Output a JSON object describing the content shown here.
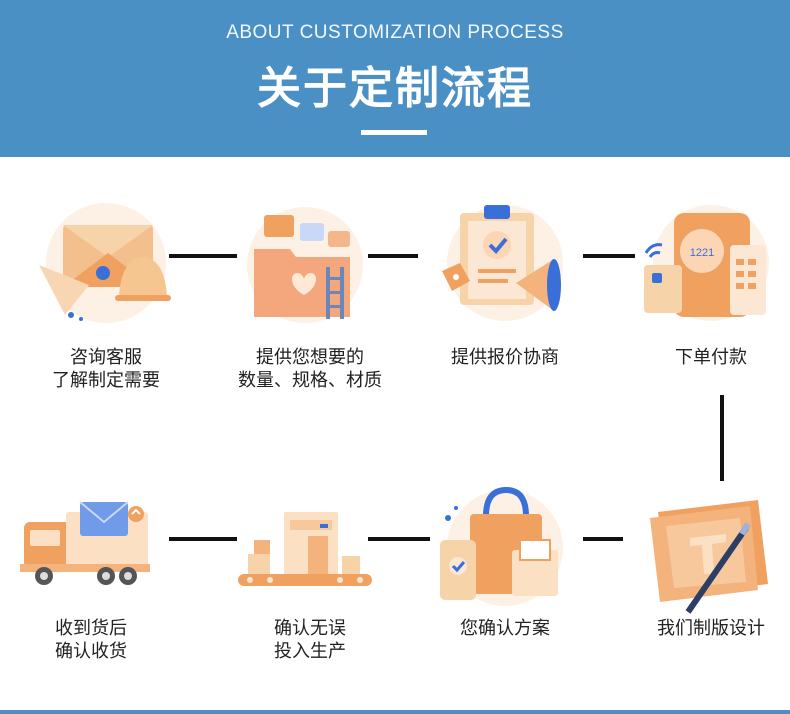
{
  "header": {
    "subtitle": "ABOUT CUSTOMIZATION PROCESS",
    "title": "关于定制流程"
  },
  "steps": [
    {
      "label": "咨询客服\n了解制定需要",
      "icon": "envelope-bell-icon"
    },
    {
      "label": "提供您想要的\n数量、规格、材质",
      "icon": "folder-ladder-icon"
    },
    {
      "label": "提供报价协商",
      "icon": "clipboard-megaphone-icon"
    },
    {
      "label": "下单付款",
      "icon": "card-payment-icon"
    },
    {
      "label": "我们制版设计",
      "icon": "blueprint-pen-icon"
    },
    {
      "label": "您确认方案",
      "icon": "shopping-bag-phone-icon"
    },
    {
      "label": "确认无误\n投入生产",
      "icon": "conveyor-machine-icon"
    },
    {
      "label": "收到货后\n确认收货",
      "icon": "delivery-truck-icon"
    }
  ],
  "colors": {
    "header": "#4a90c4",
    "accent": "#f0a160",
    "icon_blue": "#3a6fd8"
  }
}
